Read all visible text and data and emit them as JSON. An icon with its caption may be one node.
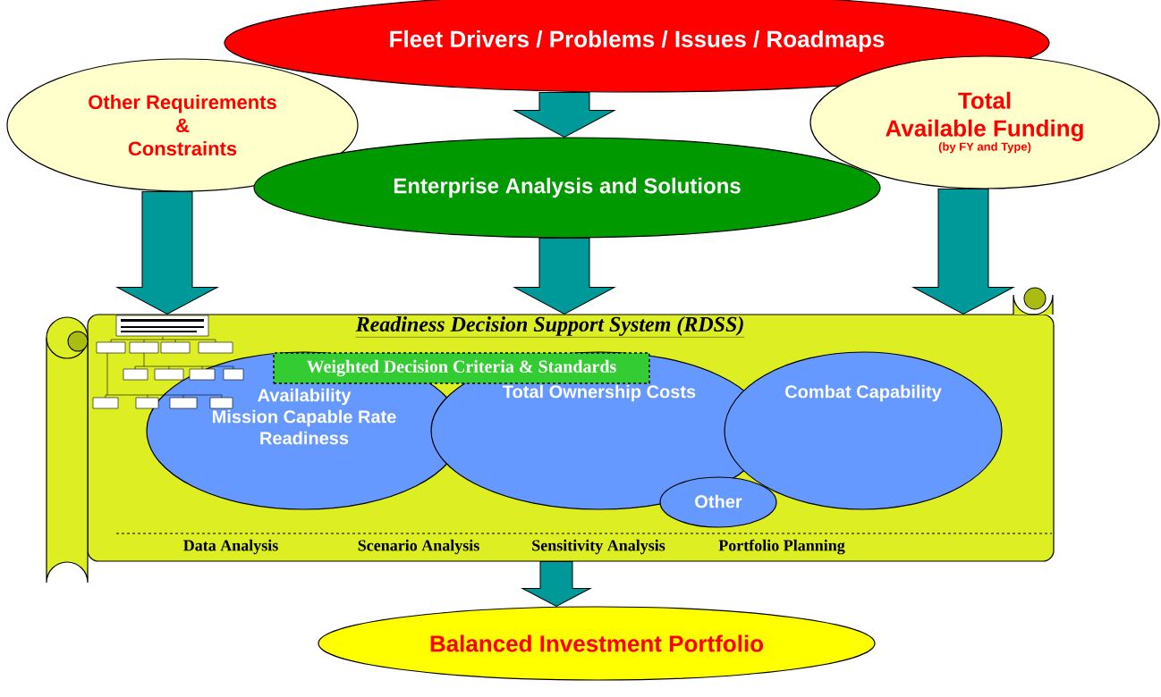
{
  "diagram": {
    "nodes": [
      {
        "text": [
          "Fleet Drivers / Problems /  Issues / Roadmaps"
        ]
      },
      {
        "text": [
          "Other Requirements & Constraints"
        ]
      },
      {
        "text": [
          "Total Available Funding",
          "(by FY and Type)"
        ]
      },
      {
        "text": [
          "Enterprise Analysis and Solutions"
        ]
      },
      {
        "text": [
          "Readiness Decision Support System (RDSS)"
        ]
      },
      {
        "text": [
          "Weighted Decision Criteria & Standards"
        ],
        "in": 4
      },
      {
        "text": [
          "Availability",
          "Mission Capable Rate",
          "Readiness"
        ],
        "in": 4
      },
      {
        "text": [
          "Total Ownership Costs"
        ],
        "in": 4
      },
      {
        "text": [
          "Combat Capability"
        ],
        "in": 4
      },
      {
        "text": [
          "Other"
        ],
        "in": 4
      },
      {
        "text": [
          "Balanced Investment Portfolio"
        ]
      }
    ],
    "edges": [
      {
        "from": 0,
        "to": 3,
        "arrow": "to"
      },
      {
        "from": 1,
        "to": 4,
        "arrow": "to"
      },
      {
        "from": 3,
        "to": 4,
        "arrow": "to"
      },
      {
        "from": 2,
        "to": 4,
        "arrow": "to"
      },
      {
        "from": 4,
        "to": 10,
        "arrow": "to"
      }
    ],
    "labels": [
      "Data Analysis",
      "Scenario Analysis",
      "Sensitivity Analysis",
      "Portfolio Planning"
    ]
  }
}
